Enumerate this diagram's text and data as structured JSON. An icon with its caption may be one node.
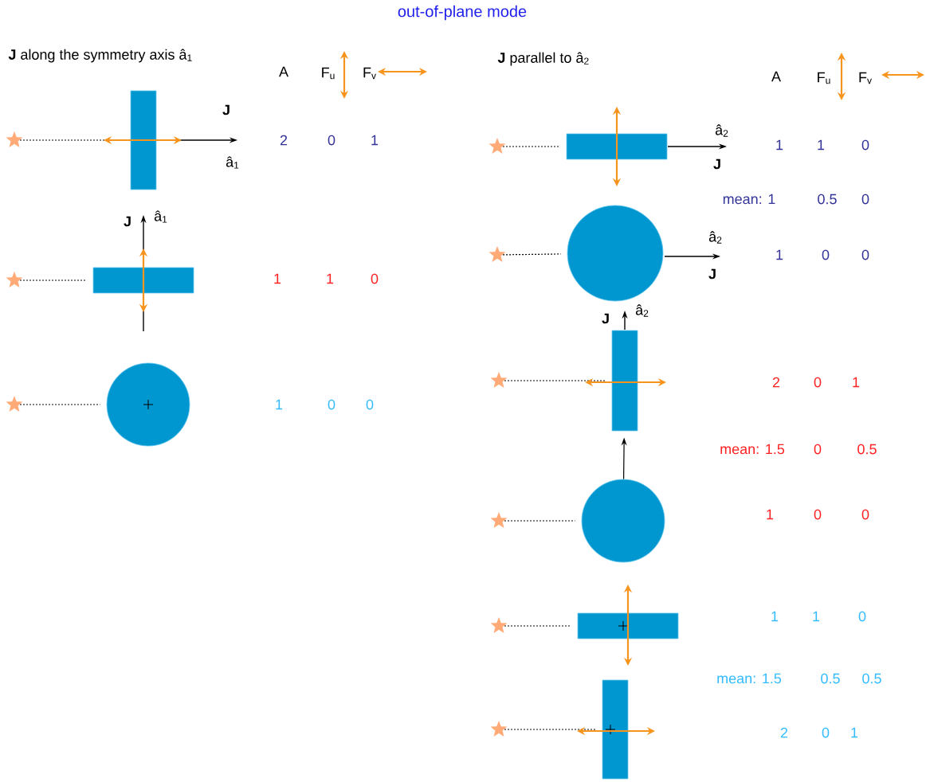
{
  "diagram": {
    "title": "out-of-plane mode",
    "nodes": [
      {
        "text": [],
        "shape": "star"
      },
      {
        "text": [],
        "shape": "box"
      },
      {
        "text": [],
        "shape": "star"
      },
      {
        "text": [],
        "shape": "box"
      },
      {
        "text": [],
        "shape": "star"
      },
      {
        "text": [],
        "shape": "circle"
      },
      {
        "text": [],
        "shape": "star"
      },
      {
        "text": [],
        "shape": "box"
      },
      {
        "text": [],
        "shape": "star"
      },
      {
        "text": [],
        "shape": "circle"
      },
      {
        "text": [],
        "shape": "star"
      },
      {
        "text": [],
        "shape": "box"
      },
      {
        "text": [],
        "shape": "star"
      },
      {
        "text": [],
        "shape": "circle"
      },
      {
        "text": [],
        "shape": "star"
      },
      {
        "text": [],
        "shape": "box"
      },
      {
        "text": [],
        "shape": "star"
      },
      {
        "text": [],
        "shape": "box"
      }
    ],
    "edges": [
      {
        "from": 0,
        "to": 1,
        "arrow": "none",
        "style": "dashed"
      },
      {
        "from": 2,
        "to": 3,
        "arrow": "none",
        "style": "dashed"
      },
      {
        "from": 4,
        "to": 5,
        "arrow": "none",
        "style": "dashed"
      },
      {
        "from": 6,
        "to": 7,
        "arrow": "none",
        "style": "dashed"
      },
      {
        "from": 8,
        "to": 9,
        "arrow": "none",
        "style": "dashed"
      },
      {
        "from": 10,
        "to": 11,
        "arrow": "none",
        "style": "dashed"
      },
      {
        "from": 12,
        "to": 13,
        "arrow": "none",
        "style": "dashed"
      },
      {
        "from": 14,
        "to": 15,
        "arrow": "none",
        "style": "dashed"
      },
      {
        "from": 16,
        "to": 17,
        "arrow": "none",
        "style": "dashed"
      },
      {
        "from": 13,
        "to": 11,
        "arrow": "to"
      }
    ],
    "labels": [
      "**J** along the symmetry axis â$_{1}$",
      "**J** parallel to â$_{2}$",
      "A",
      "F$_{u}$",
      "F$_{v}$",
      "A",
      "F$_{u}$",
      "F$_{v}$",
      "J",
      "â$_{2}$",
      "2",
      "0",
      "1",
      "1",
      "1",
      "0",
      "â$_{1}$",
      "J",
      "mean: 1",
      "0.5",
      "0",
      "J",
      "â$_{1}$",
      "â$_{2}$",
      "1",
      "0",
      "0",
      "J",
      "1",
      "1",
      "0",
      "J",
      "â$_{2}$",
      "2",
      "0",
      "1",
      "1",
      "0",
      "0",
      "mean: 1.5",
      "0",
      "0.5",
      "1",
      "0",
      "0",
      "1",
      "1",
      "0",
      "mean: 1.5",
      "0.5",
      "0.5",
      "2",
      "0",
      "1"
    ]
  }
}
